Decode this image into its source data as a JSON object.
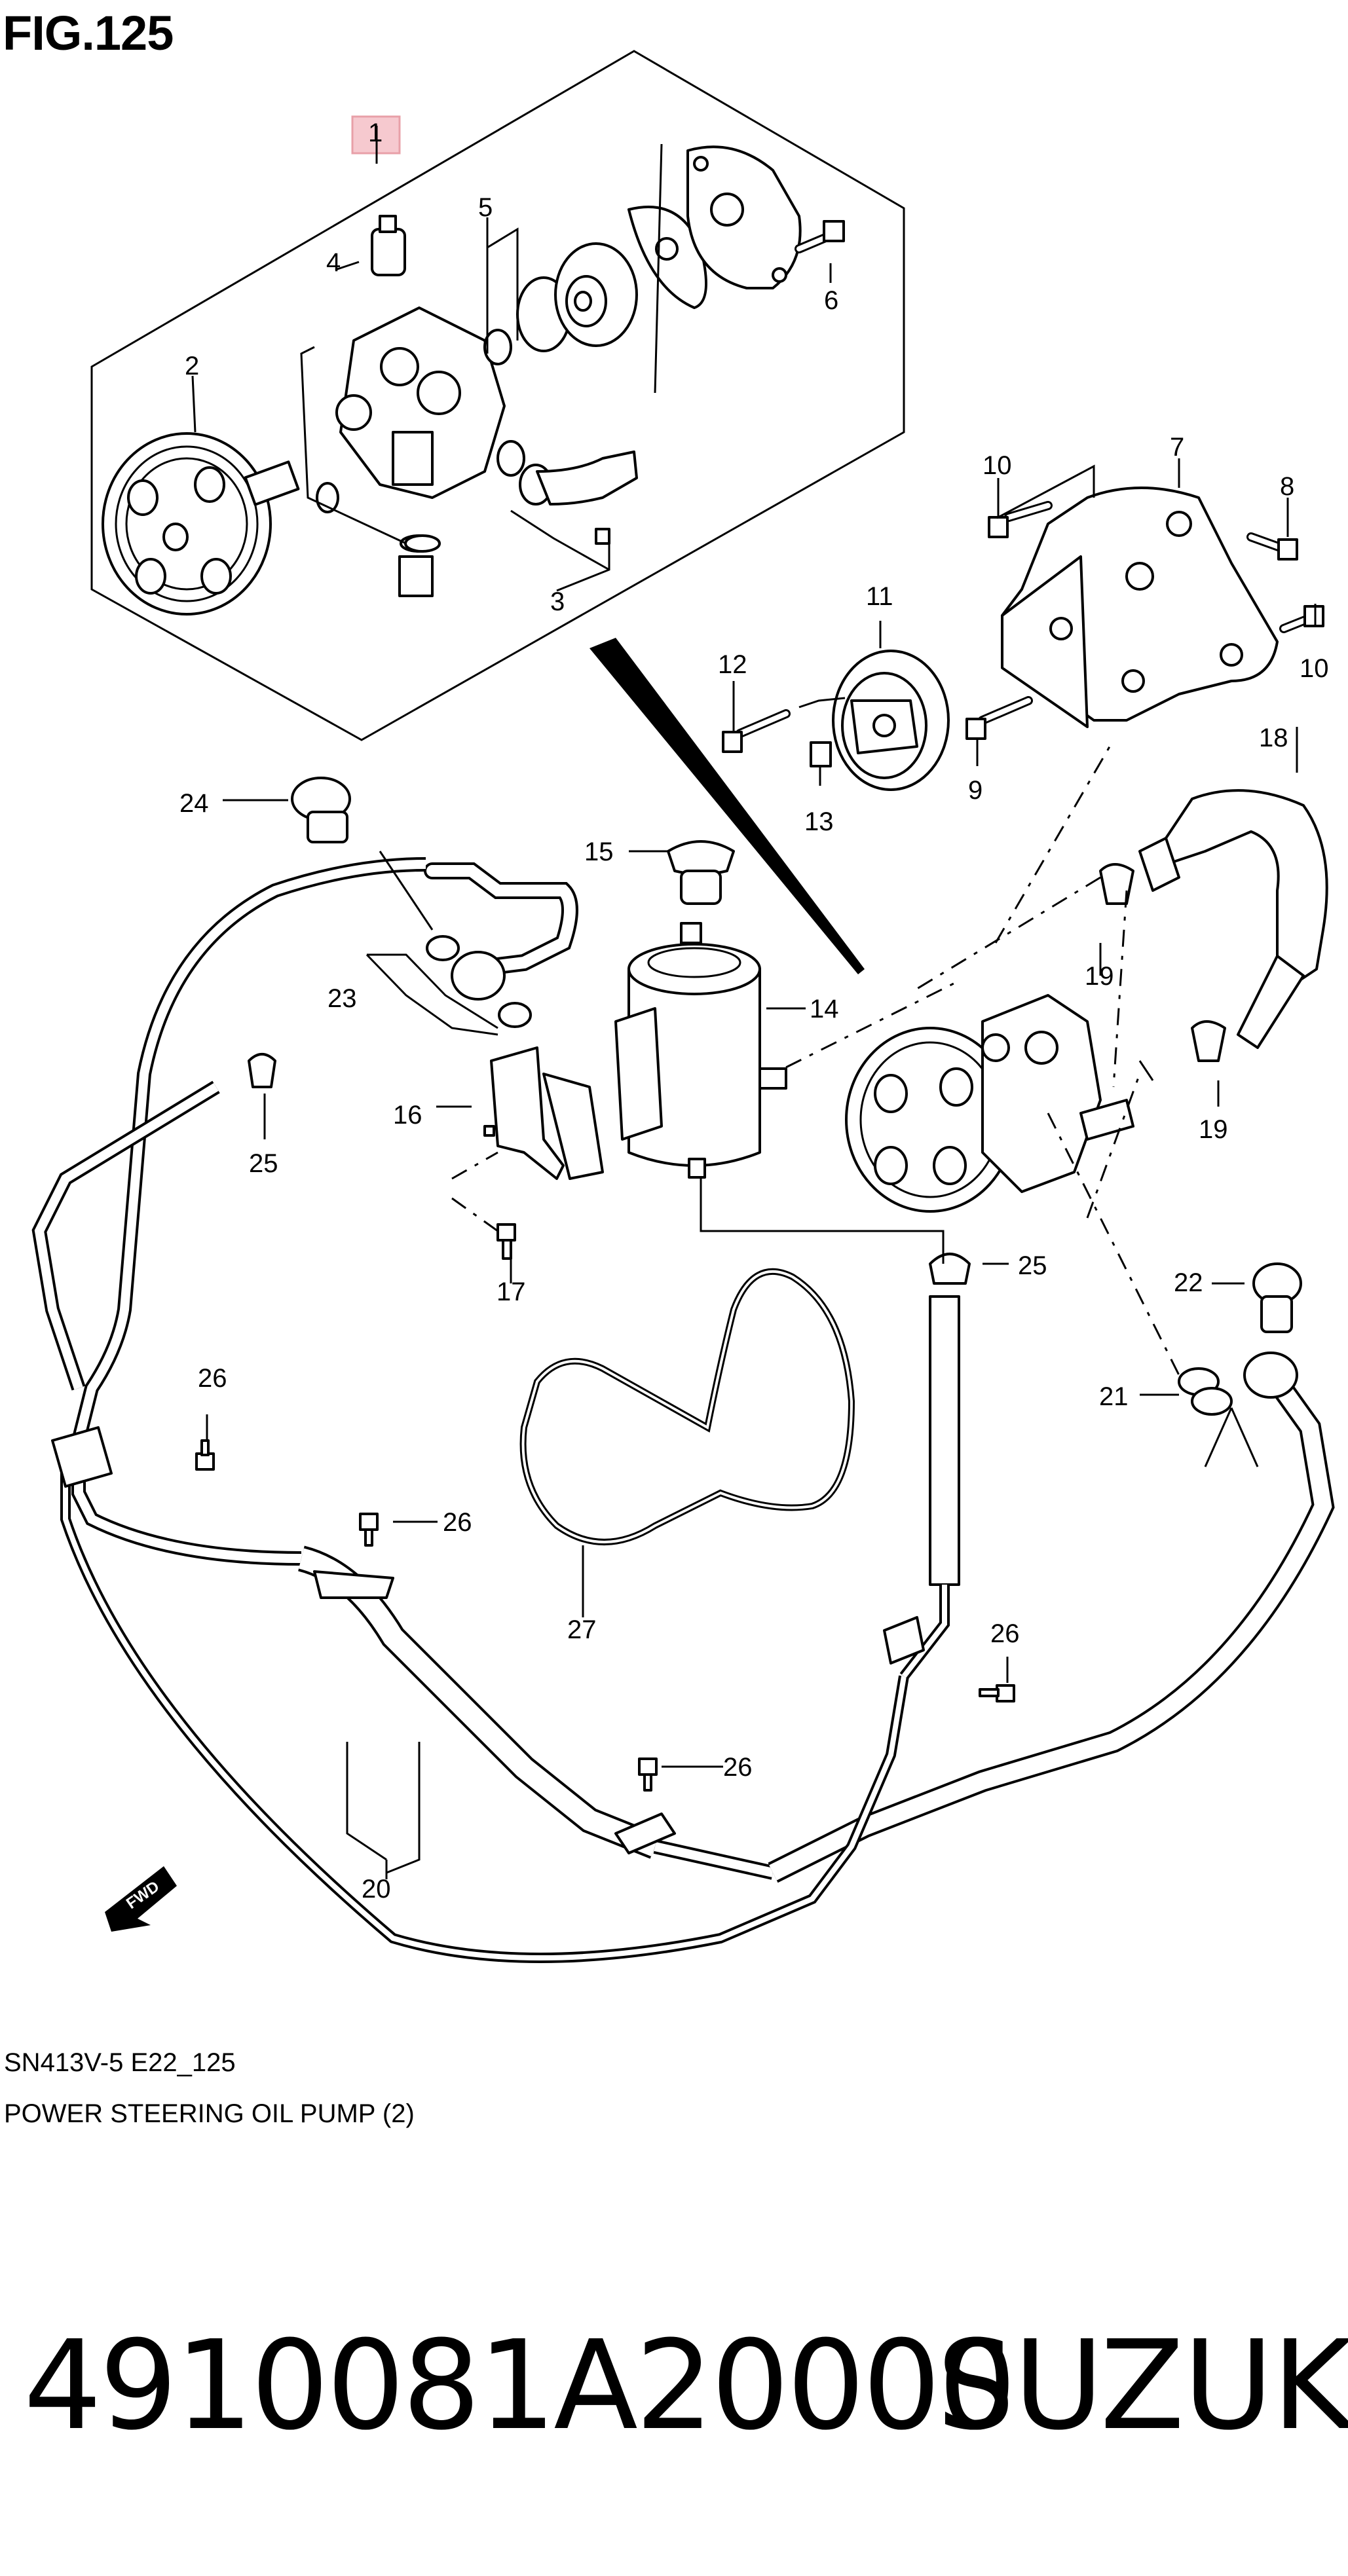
{
  "figure": {
    "title": "FIG.125",
    "code": "SN413V-5 E22_125",
    "caption": "POWER STEERING OIL PUMP (2)"
  },
  "footer": {
    "part_number": "4910081A20000",
    "brand": "SUZUKI"
  },
  "direction_marker": "FWD",
  "highlight_color": "#e8a0a8",
  "callouts": {
    "c1": "1",
    "c2": "2",
    "c3": "3",
    "c4": "4",
    "c5": "5",
    "c6": "6",
    "c7": "7",
    "c8": "8",
    "c9": "9",
    "c10a": "10",
    "c10b": "10",
    "c11": "11",
    "c12": "12",
    "c13": "13",
    "c14": "14",
    "c15": "15",
    "c16": "16",
    "c17": "17",
    "c18": "18",
    "c19a": "19",
    "c19b": "19",
    "c20": "20",
    "c21": "21",
    "c22": "22",
    "c23": "23",
    "c24": "24",
    "c25a": "25",
    "c25b": "25",
    "c26a": "26",
    "c26b": "26",
    "c26c": "26",
    "c26d": "26",
    "c27": "27"
  }
}
